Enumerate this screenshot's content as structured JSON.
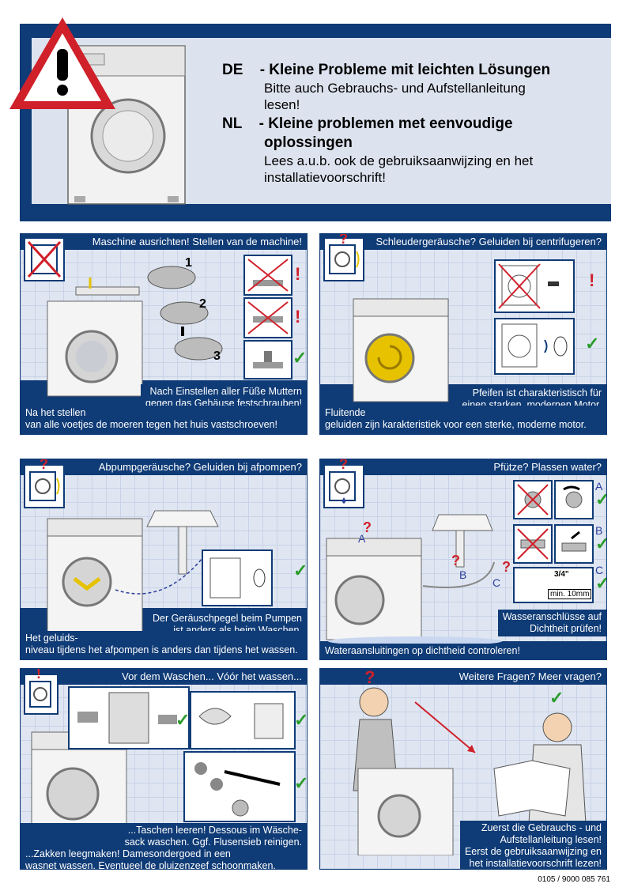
{
  "header": {
    "de_code": "DE",
    "de_title": "- Kleine Probleme mit leichten Lösungen",
    "de_sub1": "Bitte auch Gebrauchs- und Aufstellanleitung",
    "de_sub2": "lesen!",
    "nl_code": "NL",
    "nl_title1": "- Kleine problemen met eenvoudige",
    "nl_title2": "oplossingen",
    "nl_sub1": "Lees a.u.b. ook de gebruiksaanwijzing en het",
    "nl_sub2": "installatievoorschrift!"
  },
  "panels": {
    "p1": {
      "title": "Maschine ausrichten!   Stellen van de machine!",
      "note1": "Nach Einstellen aller Füße Muttern",
      "note2": "gegen das Gehäuse festschrauben!",
      "nl1": "Na het stellen",
      "nl2": "van alle voetjes de moeren tegen het huis vastschroeven!",
      "step1": "1",
      "step2": "2",
      "step3": "3"
    },
    "p2": {
      "title": "Schleudergeräusche?  Geluiden bij centrifugeren?",
      "note1": "Pfeifen ist charakteristisch für",
      "note2": "einen starken, modernen Motor.",
      "nl1": "Fluitende",
      "nl2": "geluiden zijn karakteristiek voor een sterke, moderne motor."
    },
    "p3": {
      "title": "Abpumpgeräusche?   Geluiden bij afpompen?",
      "note1": "Der Geräuschpegel beim Pumpen",
      "note2": "ist anders als beim Waschen.",
      "nl1": "Het geluids-",
      "nl2": "niveau tijdens het afpompen is anders dan tijdens het wassen."
    },
    "p4": {
      "title": "Pfütze?   Plassen water?",
      "note1": "Wasseranschlüsse auf",
      "note2": "Dichtheit prüfen!",
      "nl2": "Wateraansluitingen op dichtheid controleren!",
      "a": "A",
      "b": "B",
      "c": "C",
      "measure": "min. 10mm",
      "fraction": "3/4\""
    },
    "p5": {
      "title": "Vor dem Waschen...   Vóór het wassen...",
      "l1": "...Taschen leeren! Dessous im Wäsche-",
      "l2": "sack waschen. Ggf. Flusensieb reinigen.",
      "l3": "...Zakken leegmaken! Damesondergoed in een",
      "l4": "wasnet wassen. Eventueel de pluizenzeef schoonmaken."
    },
    "p6": {
      "title": "Weitere Fragen?   Meer vragen?",
      "l1": "Zuerst die Gebrauchs - und",
      "l2": "Aufstellanleitung lesen!",
      "l3": "Eerst de gebruiksaanwijzing en",
      "l4": "het installatievoorschrift lezen!"
    }
  },
  "footer": {
    "code": "0105 / 9000 085 761"
  },
  "colors": {
    "navy": "#0f3b76",
    "red": "#d0202a",
    "green": "#2a9b2a",
    "panel_bg": "#dfe6f2"
  }
}
